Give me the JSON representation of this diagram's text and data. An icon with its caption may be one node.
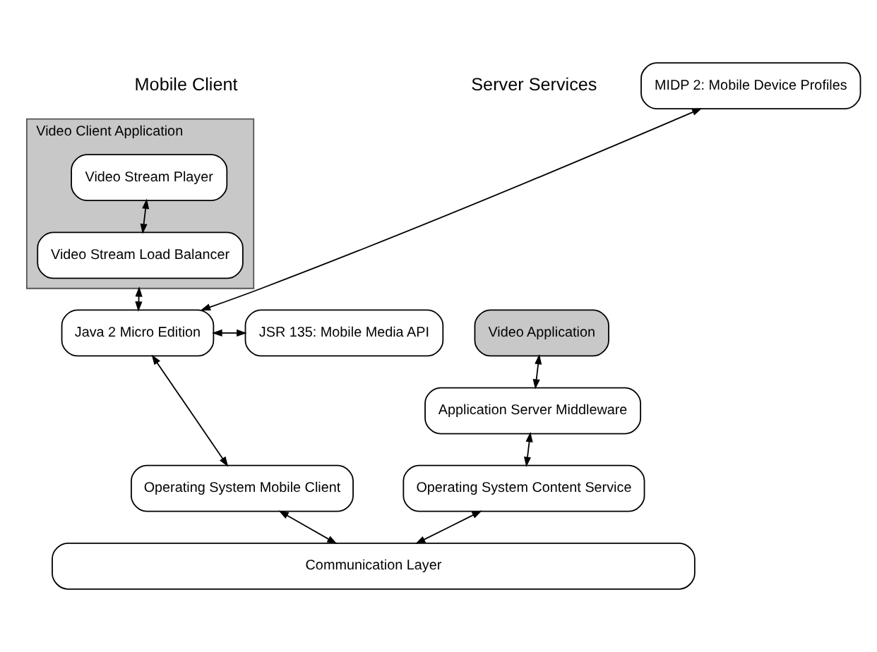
{
  "diagram": {
    "nodes": [
      {
        "text": [
          "Video Client Application"
        ]
      },
      {
        "text": [
          "Video Stream Player"
        ],
        "in": 0
      },
      {
        "text": [
          "Video Stream Load Balancer"
        ],
        "in": 0
      },
      {
        "text": [
          "JSR 135: Mobile Media API"
        ]
      },
      {
        "text": [
          "MIDP 2: Mobile Device Profiles"
        ]
      },
      {
        "text": [
          "Java 2 Micro Edition"
        ]
      },
      {
        "text": [
          "Operating System Mobile Client"
        ]
      },
      {
        "text": [
          "Video Application"
        ]
      },
      {
        "text": [
          "Application Server Middleware"
        ]
      },
      {
        "text": [
          "Operating System Content Service"
        ]
      },
      {
        "text": [
          "Communication Layer"
        ]
      }
    ],
    "edges": [
      {
        "from": 1,
        "to": 2,
        "arrow": "both"
      },
      {
        "from": 0,
        "to": 5,
        "arrow": "both"
      },
      {
        "from": 3,
        "to": 5,
        "arrow": "both"
      },
      {
        "from": 4,
        "to": 5,
        "arrow": "both"
      },
      {
        "from": 5,
        "to": 6,
        "arrow": "both"
      },
      {
        "from": 6,
        "to": 10,
        "arrow": "both"
      },
      {
        "from": 7,
        "to": 8,
        "arrow": "both"
      },
      {
        "from": 8,
        "to": 9,
        "arrow": "both"
      },
      {
        "from": 9,
        "to": 10,
        "arrow": "both"
      }
    ],
    "labels": [
      "Mobile Client",
      "Server Services"
    ]
  }
}
